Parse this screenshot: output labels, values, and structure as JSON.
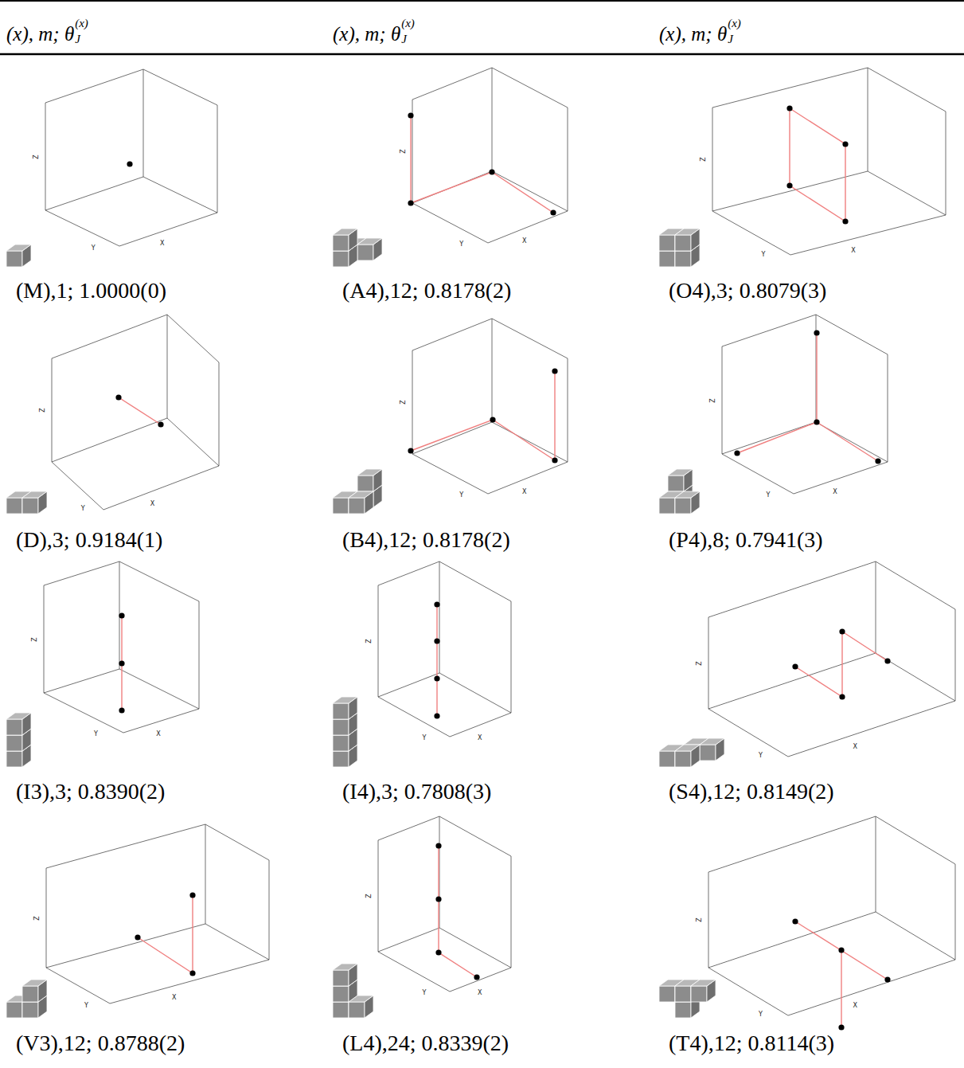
{
  "diagram": {
    "labels": [
      "(x), m; θ",
      "(x)",
      "J",
      "(x), m; θ",
      "(x)",
      "J",
      "(x), m; θ",
      "(x)",
      "J",
      "Z",
      "Y",
      "X",
      "(M),1; 1.0000(0)",
      "Z",
      "Y",
      "X",
      "(A4),12; 0.8178(2)",
      "Z",
      "Y",
      "X",
      "(O4),3; 0.8079(3)",
      "Z",
      "Y",
      "X",
      "(D),3; 0.9184(1)",
      "Z",
      "Y",
      "X",
      "(B4),12; 0.8178(2)",
      "Z",
      "Y",
      "X",
      "(P4),8; 0.7941(3)",
      "Z",
      "Y",
      "X",
      "(I3),3; 0.8390(2)",
      "Z",
      "Y",
      "X",
      "(I4),3; 0.7808(3)",
      "Z",
      "Y",
      "X",
      "(S4),12; 0.8149(2)",
      "Z",
      "Y",
      "X",
      "(V3),12; 0.8788(2)",
      "Z",
      "Y",
      "X",
      "(L4),24; 0.8339(2)",
      "Z",
      "Y",
      "X",
      "(T4),12; 0.8114(3)"
    ]
  }
}
